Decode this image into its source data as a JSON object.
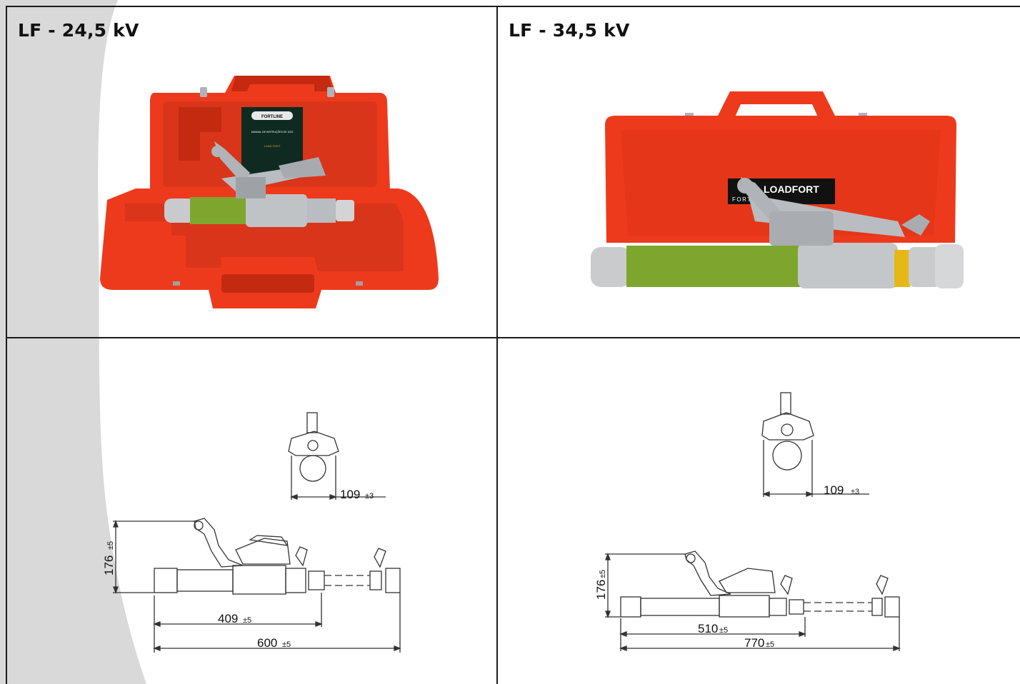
{
  "panels": [
    {
      "title": "LF - 24,5 kV",
      "case": {
        "manual_brand": "FORTLINE",
        "manual_title": "MANUAL DE INSTRUÇÕES DE USO",
        "manual_product": "LOAD FORT"
      },
      "drawing": {
        "width_dim": "109",
        "width_tol": "±3",
        "height_dim": "176",
        "height_tol": "±5",
        "closed_dim": "409",
        "closed_tol": "±5",
        "open_dim": "600",
        "open_tol": "±5"
      }
    },
    {
      "title": "LF - 34,5 kV",
      "case": {
        "label_brand": "LOADFORT",
        "label_maker": "FORTLINE"
      },
      "drawing": {
        "width_dim": "109",
        "width_tol": "±3",
        "height_dim": "176",
        "height_tol": "±5",
        "closed_dim": "510",
        "closed_tol": "±5",
        "open_dim": "770",
        "open_tol": "±5"
      }
    }
  ],
  "colors": {
    "case_red": "#ee3a1c",
    "case_shadow": "#c42a10",
    "tube_green": "#7ea62e",
    "metal": "#b9bcc0",
    "grey_band": "#dcdcdc",
    "border": "#1b1b1b"
  }
}
